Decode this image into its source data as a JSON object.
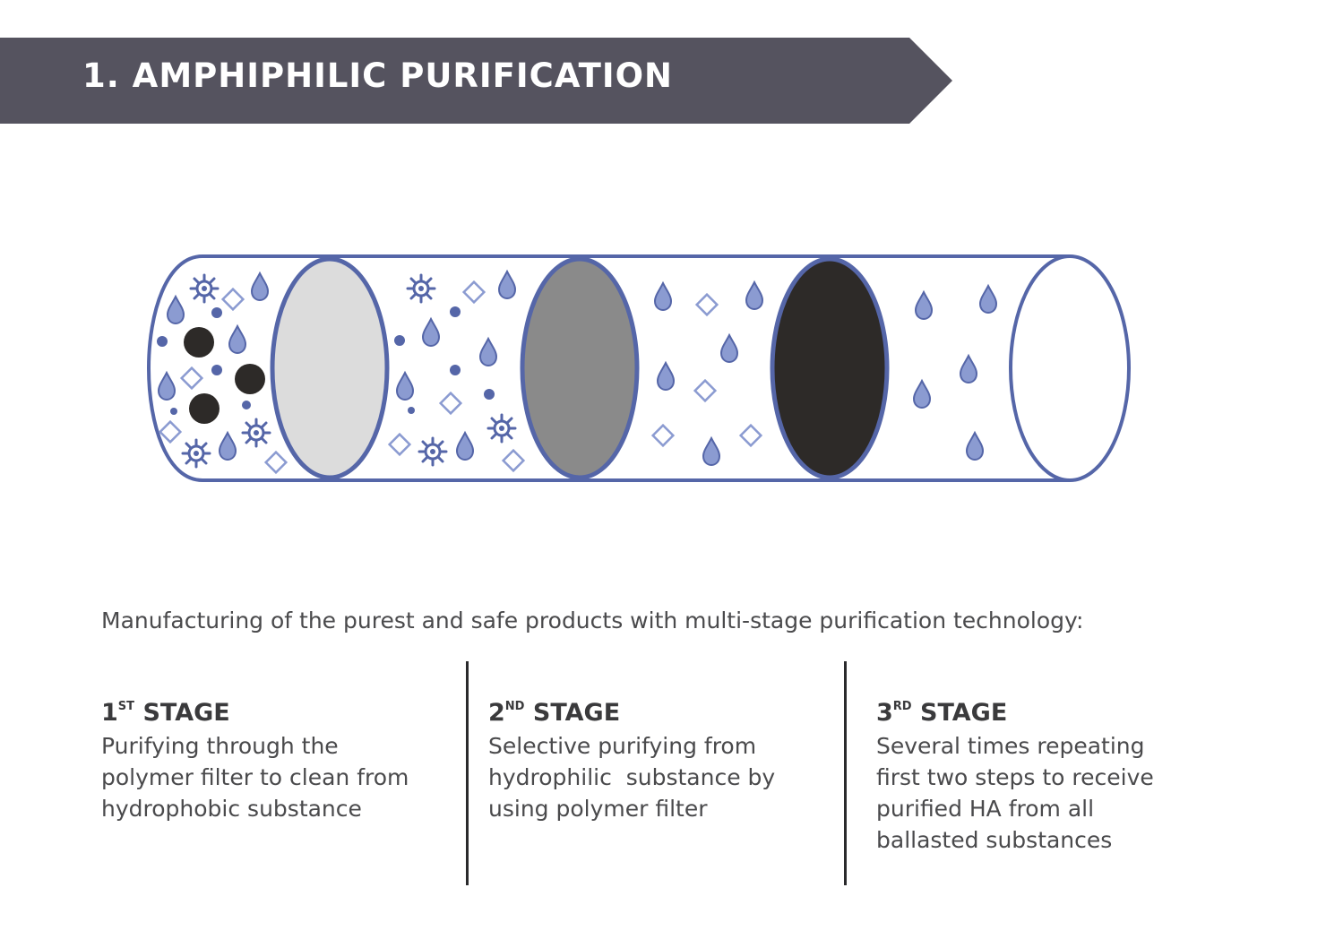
{
  "banner": {
    "title": "1. AMPHIPHILIC PURIFICATION",
    "color": "#55535f"
  },
  "diagram": {
    "tube_color": "#5566a8",
    "filters": [
      {
        "name": "light-filter",
        "color": "#dcdcdc"
      },
      {
        "name": "medium-filter",
        "color": "#8a8a8a"
      },
      {
        "name": "dark-filter",
        "color": "#2d2a28"
      }
    ],
    "particle_icons": [
      "drop-icon",
      "diamond-icon",
      "dot-icon",
      "virus-icon",
      "black-ball-icon"
    ]
  },
  "intro": "Manufacturing of the purest and safe products with multi-stage purification technology:",
  "stages": [
    {
      "num": "1",
      "sup": "ST",
      "label": "STAGE",
      "lines": [
        "Purifying through the",
        "polymer filter to clean from",
        "hydrophobic substance"
      ]
    },
    {
      "num": "2",
      "sup": "ND",
      "label": "STAGE",
      "lines": [
        "Selective purifying from",
        "hydrophilic  substance by",
        "using polymer filter"
      ]
    },
    {
      "num": "3",
      "sup": "RD",
      "label": "STAGE",
      "lines": [
        "Several times repeating",
        "first two steps to receive",
        "purified HA from all",
        "ballasted substances"
      ]
    }
  ]
}
